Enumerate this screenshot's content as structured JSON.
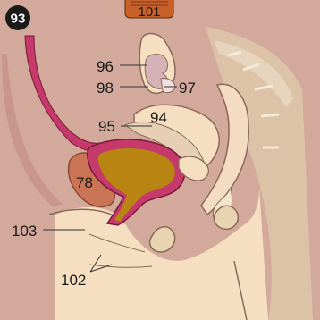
{
  "figure": {
    "number": "93",
    "top_cutoff_label": "101"
  },
  "labels": [
    {
      "id": "label-96",
      "text": "96"
    },
    {
      "id": "label-98",
      "text": "98"
    },
    {
      "id": "label-97",
      "text": "97"
    },
    {
      "id": "label-94",
      "text": "94"
    },
    {
      "id": "label-95",
      "text": "95"
    },
    {
      "id": "label-78",
      "text": "78"
    },
    {
      "id": "label-103",
      "text": "103"
    },
    {
      "id": "label-102",
      "text": "102"
    }
  ],
  "colors": {
    "background": "#d3a99c",
    "skin": "#f6dfc0",
    "uterus_wall": "#c53a6a",
    "uterus_cavity": "#b98512",
    "ovary": "#c97555",
    "bowel": "#d4b2b8",
    "bone": "#e8d4b0",
    "badge": "#1a1a1a"
  }
}
